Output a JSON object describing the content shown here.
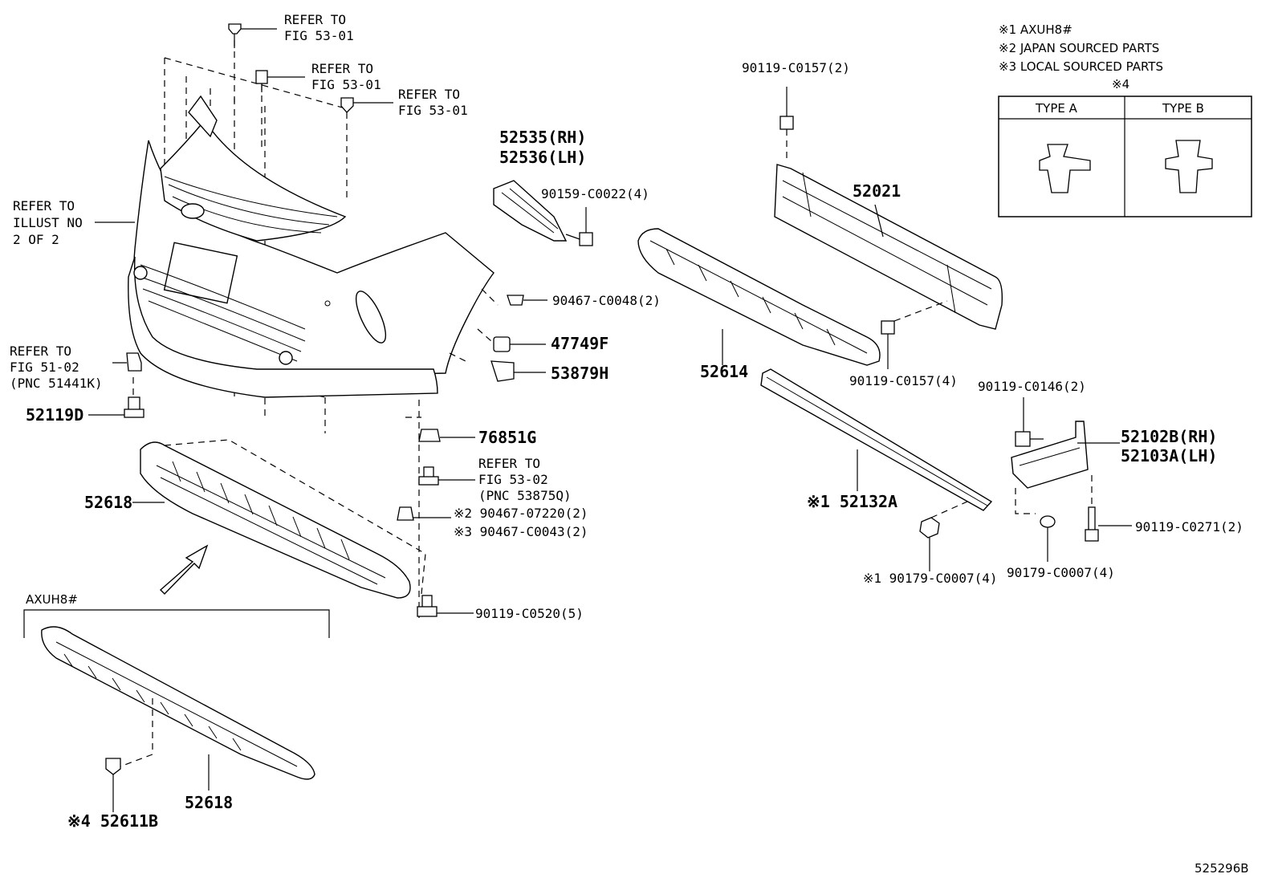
{
  "refs": {
    "ref1": [
      "REFER TO",
      "FIG 53-01"
    ],
    "ref2": [
      "REFER TO",
      "FIG 53-01"
    ],
    "ref3": [
      "REFER TO",
      "FIG 53-01"
    ],
    "ref_illust": [
      "REFER TO",
      "ILLUST NO",
      "2 OF 2"
    ],
    "ref_51": [
      "REFER TO",
      "FIG 51-02",
      "(PNC 51441K)"
    ],
    "ref_53_02": [
      "REFER TO",
      "FIG 53-02",
      "(PNC 53875Q)"
    ]
  },
  "parts": {
    "p52535": "52535(RH)",
    "p52536": "52536(LH)",
    "p90159": "90159-C0022(4)",
    "p90467_48": "90467-C0048(2)",
    "p47749": "47749F",
    "p53879": "53879H",
    "p52119": "52119D",
    "p76851": "76851G",
    "p90467_07220": "※2 90467-07220(2)",
    "p90467_43": "※3 90467-C0043(2)",
    "p52618a": "52618",
    "p90119_520": "90119-C0520(5)",
    "axuh8": "AXUH8#",
    "p52618b": "52618",
    "p52611": "※4 52611B",
    "p90119_157top": "90119-C0157(2)",
    "p52021": "52021",
    "p52614": "52614",
    "p90119_157": "90119-C0157(4)",
    "p90119_146": "90119-C0146(2)",
    "p52102": "52102B(RH)",
    "p52103": "52103A(LH)",
    "p52132": "※1 52132A",
    "p90179_a": "※1 90179-C0007(4)",
    "p90179_b": "90179-C0007(4)",
    "p90119_271": "90119-C0271(2)"
  },
  "notes": {
    "n1": "※1 AXUH8#",
    "n2": "※2 JAPAN SOURCED PARTS",
    "n3": "※3 LOCAL SOURCED PARTS",
    "n4": "※4",
    "type_a": "TYPE A",
    "type_b": "TYPE B"
  },
  "figure_id": "525296B"
}
